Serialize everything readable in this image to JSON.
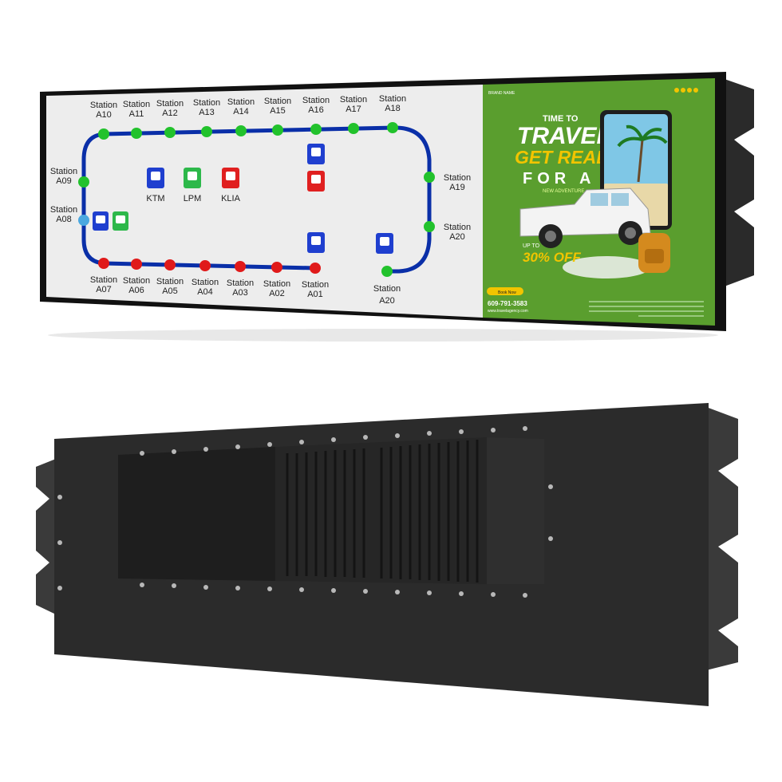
{
  "route_map": {
    "stations_top": [
      {
        "line1": "Station",
        "line2": "A10",
        "status": "green"
      },
      {
        "line1": "Station",
        "line2": "A11",
        "status": "green"
      },
      {
        "line1": "Station",
        "line2": "A12",
        "status": "green"
      },
      {
        "line1": "Station",
        "line2": "A13",
        "status": "green"
      },
      {
        "line1": "Station",
        "line2": "A14",
        "status": "green"
      },
      {
        "line1": "Station",
        "line2": "A15",
        "status": "green"
      },
      {
        "line1": "Station",
        "line2": "A16",
        "status": "green"
      },
      {
        "line1": "Station",
        "line2": "A17",
        "status": "green"
      },
      {
        "line1": "Station",
        "line2": "A18",
        "status": "green"
      }
    ],
    "stations_left": [
      {
        "line1": "Station",
        "line2": "A09",
        "status": "green"
      },
      {
        "line1": "Station",
        "line2": "A08",
        "status": "blue"
      }
    ],
    "stations_right": [
      {
        "line1": "Station",
        "line2": "A19",
        "status": "green"
      },
      {
        "line1": "Station",
        "line2": "A20",
        "status": "green"
      }
    ],
    "stations_bottom": [
      {
        "line1": "Station",
        "line2": "A07",
        "status": "red"
      },
      {
        "line1": "Station",
        "line2": "A06",
        "status": "red"
      },
      {
        "line1": "Station",
        "line2": "A05",
        "status": "red"
      },
      {
        "line1": "Station",
        "line2": "A04",
        "status": "red"
      },
      {
        "line1": "Station",
        "line2": "A03",
        "status": "red"
      },
      {
        "line1": "Station",
        "line2": "A02",
        "status": "red"
      },
      {
        "line1": "Station",
        "line2": "A01",
        "status": "red"
      }
    ],
    "station_bottom_right": {
      "line1": "Station",
      "line2": "A20",
      "status": "green"
    },
    "legend": [
      {
        "label": "KTM",
        "color": "#1f3fcf"
      },
      {
        "label": "LPM",
        "color": "#2db84a"
      },
      {
        "label": "KLIA",
        "color": "#e02020"
      }
    ],
    "colors": {
      "track": "#0a2fa8",
      "station_green": "#22c22c",
      "station_red": "#e01a1a",
      "station_blue": "#4aa8e0",
      "screen_bg": "#eeeeee"
    }
  },
  "advert": {
    "brand_name": "BRAND NAME",
    "kicker": "TIME TO",
    "headline": "TRAVEL",
    "sub_headline": "GET READY",
    "for_a": "FOR A",
    "new_adventure": "NEW ADVENTURE",
    "discount_prefix": "UP TO",
    "discount": "30% OFF",
    "book_button": "Book Now",
    "phone": "609-791-3583",
    "website": "www.travelagency.com",
    "colors": {
      "bg": "#5a9e2e",
      "accent": "#f2c400"
    }
  }
}
